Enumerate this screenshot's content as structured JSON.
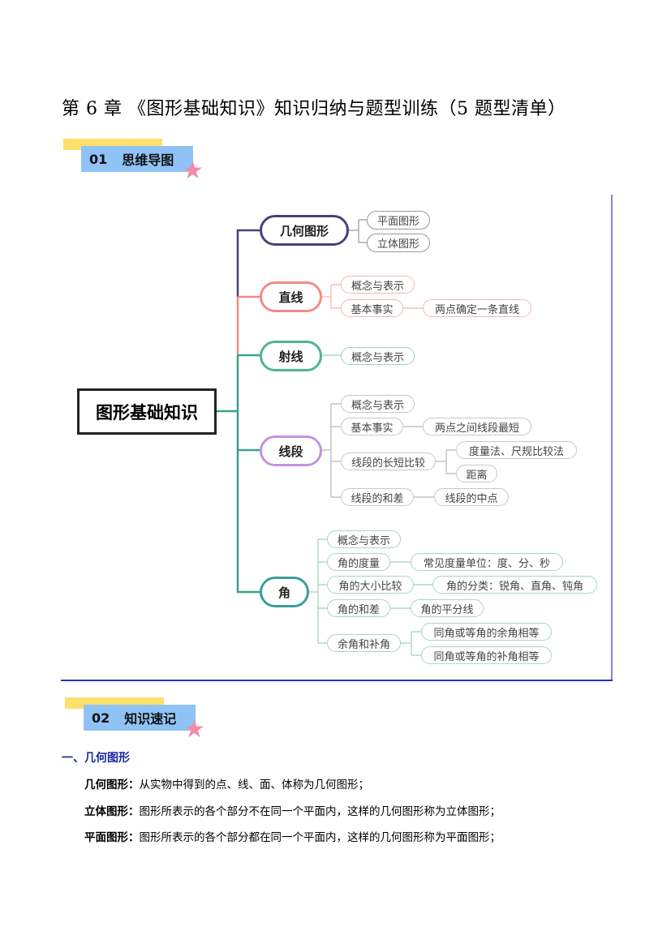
{
  "title": "第 6 章 《图形基础知识》知识归纳与题型训练（5 题型清单）",
  "section1": {
    "num": "01",
    "label": "思维导图"
  },
  "section2": {
    "num": "02",
    "label": "知识速记"
  },
  "mindmap": {
    "root": "图形基础知识",
    "branches": [
      {
        "label": "几何图形",
        "color": "#46427a",
        "children": [
          "平面图形",
          "立体图形"
        ]
      },
      {
        "label": "直线",
        "color": "#f28b8b",
        "children": [
          "概念与表示",
          "基本事实",
          "两点确定一条直线"
        ]
      },
      {
        "label": "射线",
        "color": "#4fb497",
        "children": [
          "概念与表示"
        ]
      },
      {
        "label": "线段",
        "color": "#c195e0",
        "children": [
          "概念与表示",
          "基本事实",
          "两点之间线段最短",
          "线段的长短比较",
          "度量法、尺规比较法",
          "距离",
          "线段的和差",
          "线段的中点"
        ]
      },
      {
        "label": "角",
        "color": "#3a9e9a",
        "children": [
          "概念与表示",
          "角的度量",
          "常见度量单位：度、分、秒",
          "角的大小比较",
          "角的分类：锐角、直角、钝角",
          "角的和差",
          "角的平分线",
          "余角和补角",
          "同角或等角的余角相等",
          "同角或等角的补角相等"
        ]
      }
    ]
  },
  "knowledge": {
    "heading": "一、几何图形",
    "items": [
      {
        "term": "几何图形：",
        "text": "从实物中得到的点、线、面、体称为几何图形；"
      },
      {
        "term": "立体图形：",
        "text": "图形所表示的各个部分不在同一个平面内，这样的几何图形称为立体图形；"
      },
      {
        "term": "平面图形：",
        "text": "图形所表示的各个部分都在同一个平面内，这样的几何图形称为平面图形；"
      }
    ]
  }
}
